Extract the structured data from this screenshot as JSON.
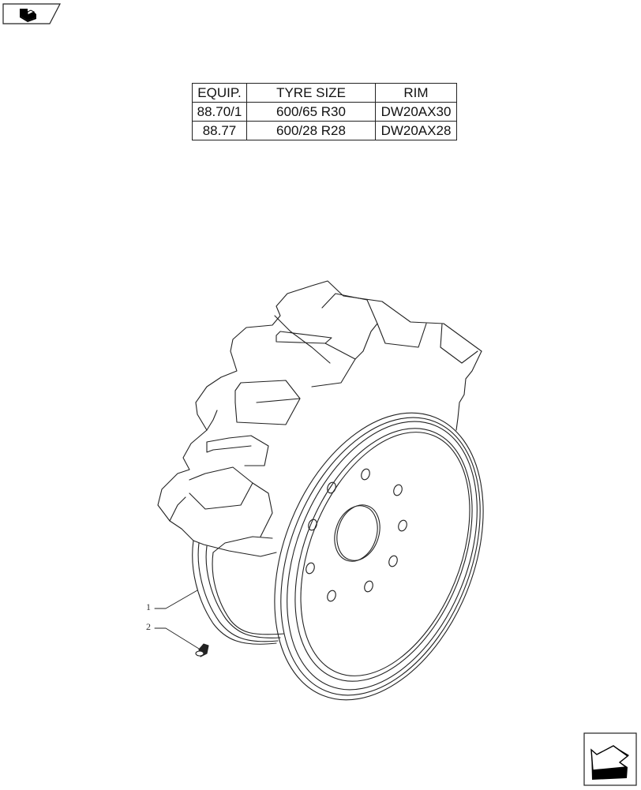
{
  "navigation": {
    "previous_icon": "back-arrow-icon",
    "next_icon": "forward-arrow-icon"
  },
  "spec_table": {
    "headers": [
      "EQUIP.",
      "TYRE SIZE",
      "RIM"
    ],
    "rows": [
      [
        "88.70/1",
        "600/65 R30",
        "DW20AX30"
      ],
      [
        "88.77",
        "600/28 R28",
        "DW20AX28"
      ]
    ]
  },
  "drawing": {
    "subject": "tractor wheel with tyre and rim",
    "callouts": [
      {
        "number": "1",
        "part": "wheel rim"
      },
      {
        "number": "2",
        "part": "valve"
      }
    ]
  }
}
